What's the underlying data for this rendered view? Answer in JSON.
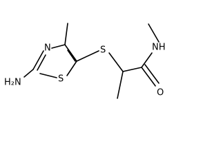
{
  "molecule": {
    "atoms": {
      "n_amino": "H₂N",
      "n_ring": "N",
      "s_ring": "S",
      "s_thioether": "S",
      "o_carbonyl": "O",
      "n_amide": "NH"
    }
  },
  "colors": {
    "bond": "#000000",
    "text": "#000000",
    "background": "#ffffff"
  }
}
